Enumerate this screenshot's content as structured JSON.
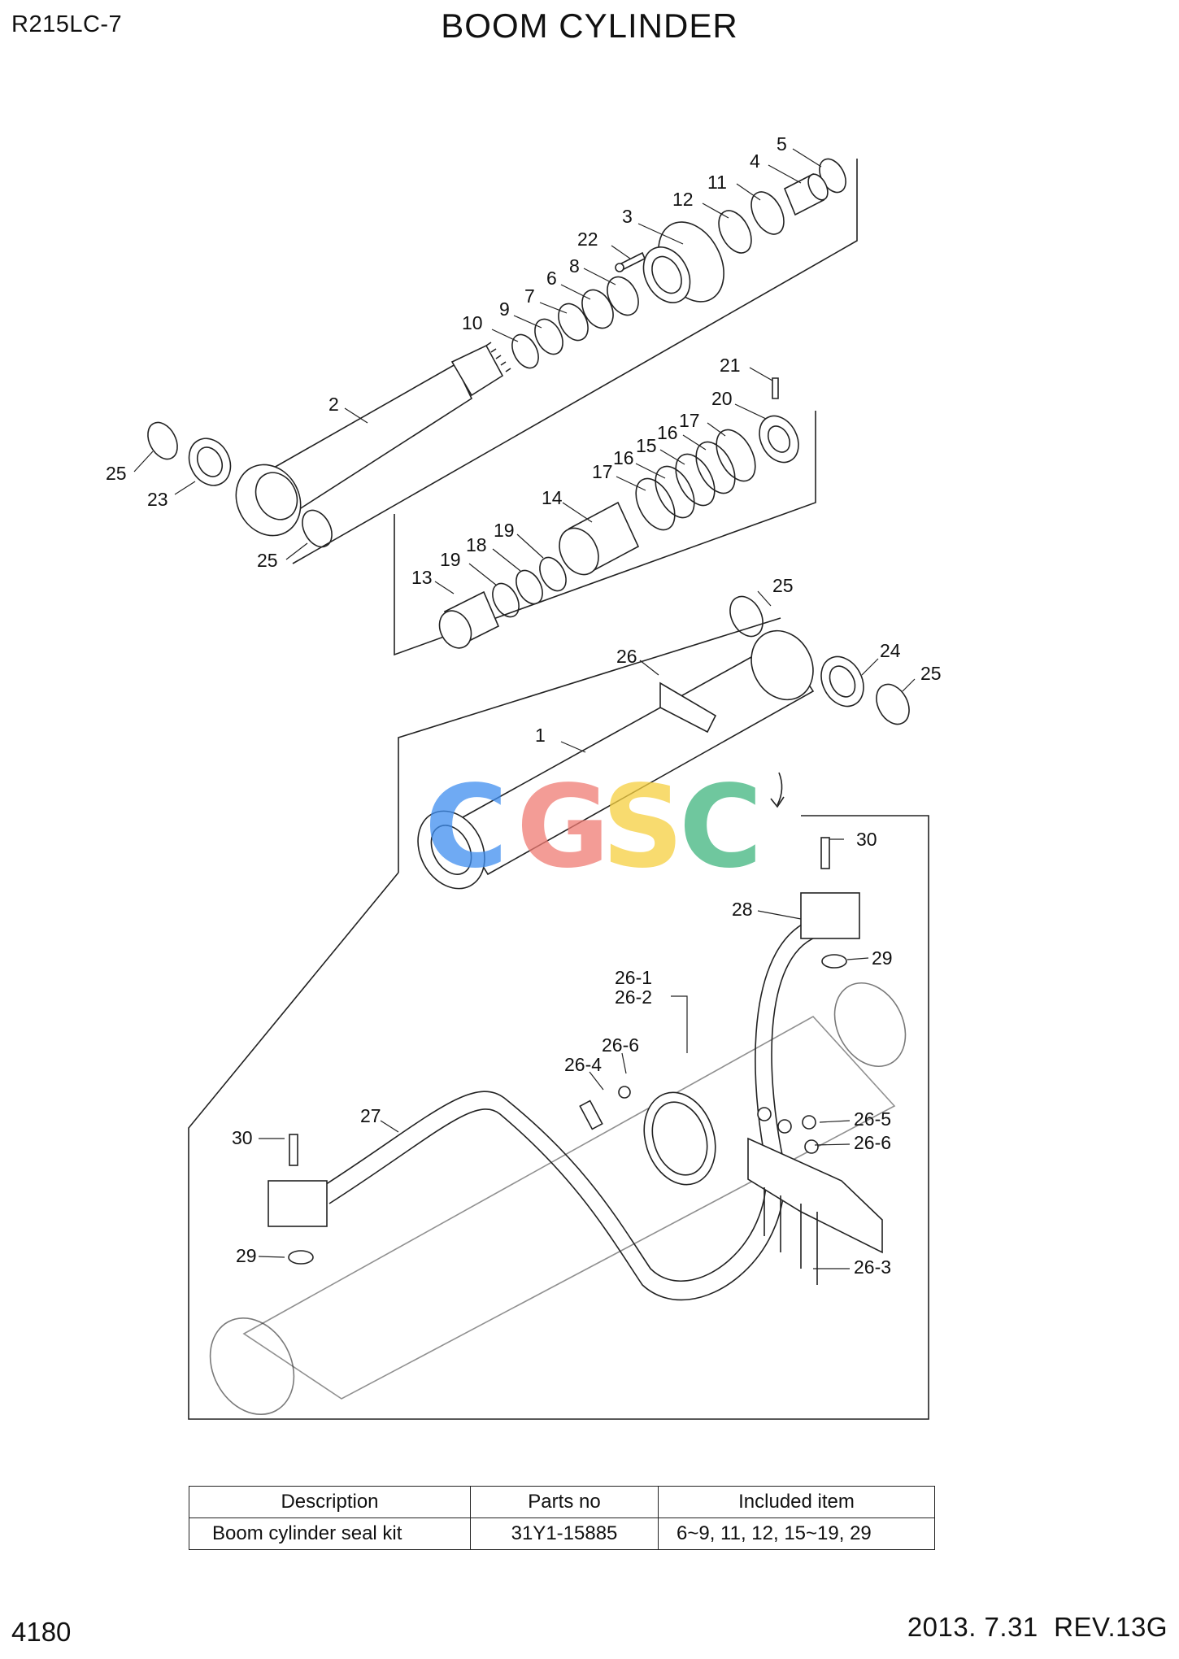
{
  "header": {
    "model": "R215LC-7",
    "title": "BOOM CYLINDER"
  },
  "callouts": {
    "c1": "1",
    "c2": "2",
    "c3": "3",
    "c4": "4",
    "c5": "5",
    "c6": "6",
    "c7": "7",
    "c8": "8",
    "c9": "9",
    "c10": "10",
    "c11": "11",
    "c12": "12",
    "c13": "13",
    "c14": "14",
    "c15": "15",
    "c16a": "16",
    "c16b": "16",
    "c17a": "17",
    "c17b": "17",
    "c18": "18",
    "c19a": "19",
    "c19b": "19",
    "c20": "20",
    "c21": "21",
    "c22": "22",
    "c23": "23",
    "c24": "24",
    "c25a": "25",
    "c25b": "25",
    "c25c": "25",
    "c25d": "25",
    "c26": "26",
    "c26_1": "26-1",
    "c26_2": "26-2",
    "c26_3": "26-3",
    "c26_4": "26-4",
    "c26_5": "26-5",
    "c26_6a": "26-6",
    "c26_6b": "26-6",
    "c27": "27",
    "c28": "28",
    "c29a": "29",
    "c29b": "29",
    "c30a": "30",
    "c30b": "30"
  },
  "watermark": {
    "letters": [
      "C",
      "G",
      "S",
      "C"
    ],
    "colors": [
      "#3f8ef0",
      "#f07b73",
      "#f6d040",
      "#3fb57e"
    ]
  },
  "kit_table": {
    "headers": [
      "Description",
      "Parts no",
      "Included item"
    ],
    "rows": [
      [
        "Boom cylinder seal kit",
        "31Y1-15885",
        "6~9, 11, 12, 15~19, 29"
      ]
    ]
  },
  "footer": {
    "page": "4180",
    "revision": "2013. 7.31  REV.13G"
  }
}
